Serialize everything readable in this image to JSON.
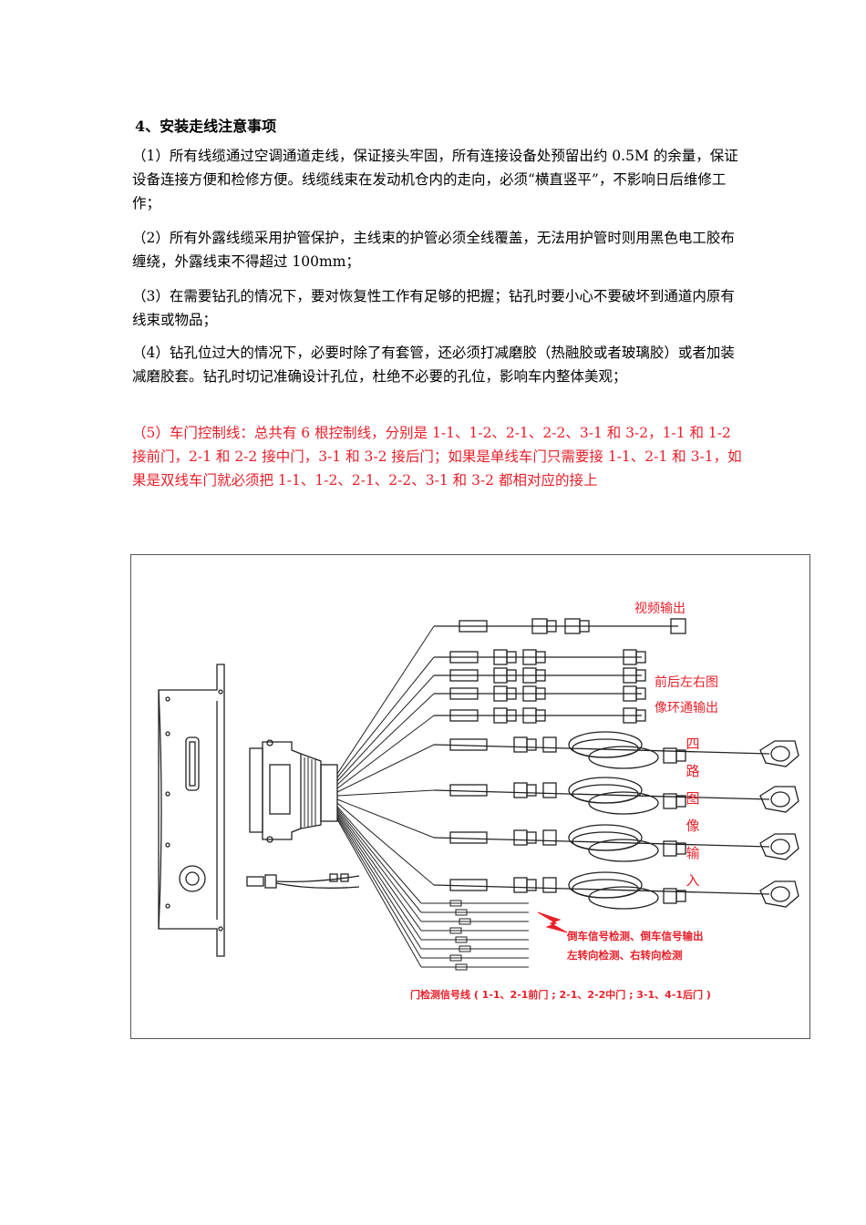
{
  "section": {
    "heading": "4、安装走线注意事项",
    "paragraphs": [
      "（1）所有线缆通过空调通道走线，保证接头牢固，所有连接设备处预留出约 0.5M 的余量，保证设备连接方便和检修方便。线缆线束在发动机仓内的走向，必须“横直竖平”，不影响日后维修工作；",
      "（2）所有外露线缆采用护管保护，主线束的护管必须全线覆盖，无法用护管时则用黑色电工胶布缠绕，外露线束不得超过 100mm；",
      "（3）在需要钻孔的情况下，要对恢复性工作有足够的把握；钻孔时要小心不要破坏到通道内原有线束或物品；",
      "（4）钻孔位过大的情况下，必要时除了有套管，还必须打减磨胶（热融胶或者玻璃胶）或者加装减磨胶套。钻孔时切记准确设计孔位，杜绝不必要的孔位，影响车内整体美观；",
      "（5）车门控制线：总共有 6 根控制线，分别是 1-1、1-2、2-1、2-2、3-1 和 3-2，1-1 和 1-2 接前门，2-1 和 2-2 接中门，3-1 和 3-2 接后门；如果是单线车门只需要接 1-1、2-1 和 3-1，如果是双线车门就必须把 1-1、1-2、2-1、2-2、3-1 和 3-2 都相对应的接上"
    ],
    "highlight_color": "#e8202a"
  },
  "diagram": {
    "label_video_out": "视频输出",
    "label_surround_out_line1": "前后左右图",
    "label_surround_out_line2": "像环通输出",
    "label_four_way_input": [
      "四",
      "路",
      "图",
      "像",
      "输",
      "入"
    ],
    "label_reverse_signal": "倒车信号检测、倒车信号输出",
    "label_turn_signal": "左转向检测、右转向检测",
    "label_door_signal": "门检测信号线 ( 1-1、2-1前门 ; 2-1、2-2中门 ; 3-1、4-1后门 )",
    "label_color": "#e8202a"
  }
}
